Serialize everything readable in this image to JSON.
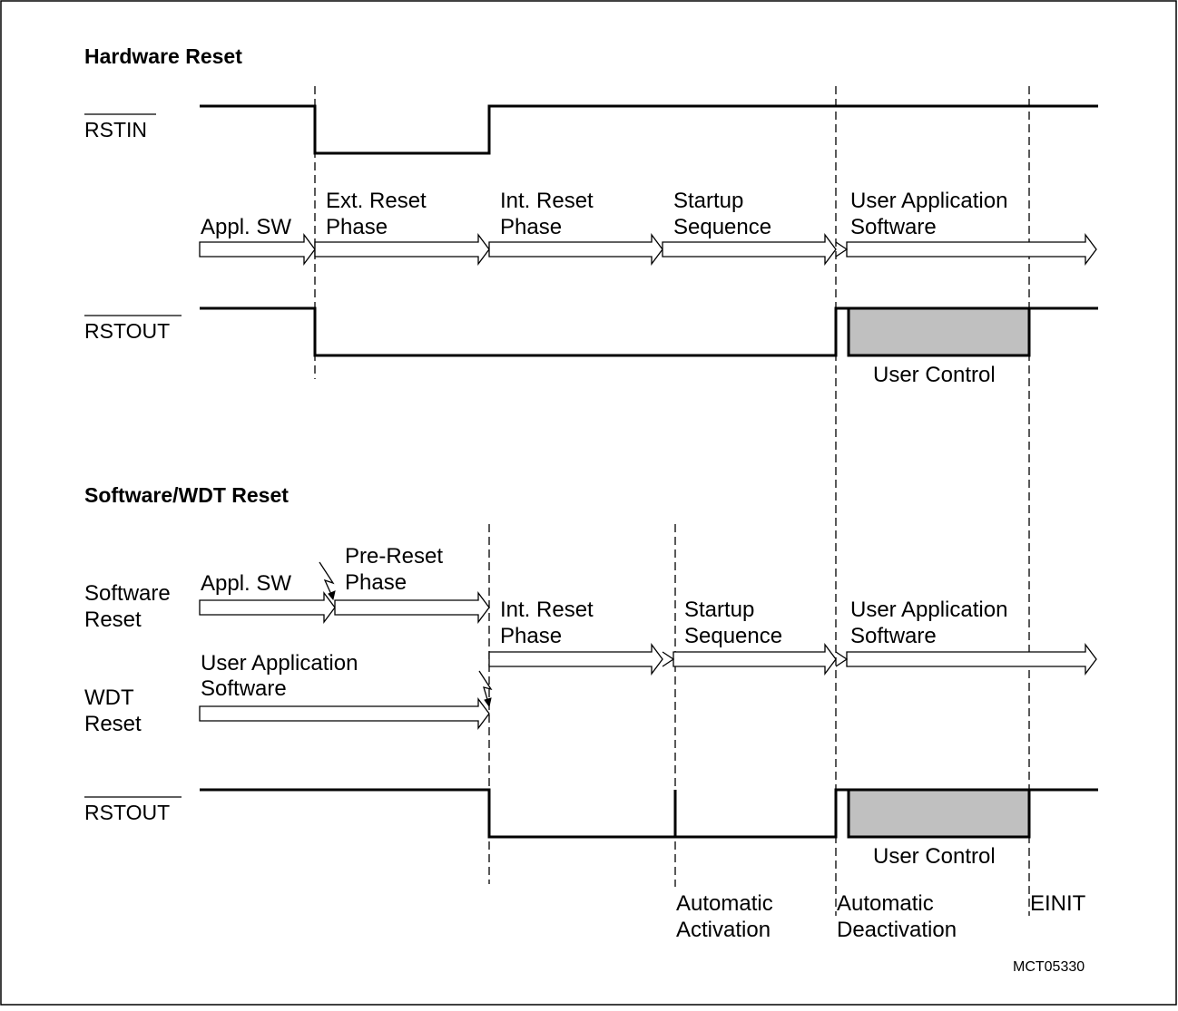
{
  "hardware": {
    "title": "Hardware Reset",
    "rstin": "RSTIN",
    "phase_appl": "Appl. SW",
    "phase_ext_1": "Ext. Reset",
    "phase_ext_2": "Phase",
    "phase_int_1": "Int. Reset",
    "phase_int_2": "Phase",
    "phase_startup_1": "Startup",
    "phase_startup_2": "Sequence",
    "phase_user_1": "User Application",
    "phase_user_2": "Software",
    "rstout": "RSTOUT",
    "user_control": "User Control"
  },
  "software": {
    "title": "Software/WDT Reset",
    "sw_reset_1": "Software",
    "sw_reset_2": "Reset",
    "sw_appl": "Appl. SW",
    "pre_reset_1": "Pre-Reset",
    "pre_reset_2": "Phase",
    "wdt_user_1": "User Application",
    "wdt_user_2": "Software",
    "wdt_reset_1": "WDT",
    "wdt_reset_2": "Reset",
    "phase_int_1": "Int. Reset",
    "phase_int_2": "Phase",
    "phase_startup_1": "Startup",
    "phase_startup_2": "Sequence",
    "phase_user_1": "User Application",
    "phase_user_2": "Software",
    "rstout": "RSTOUT",
    "user_control": "User Control"
  },
  "events": {
    "activation_1": "Automatic",
    "activation_2": "Activation",
    "deactivation_1": "Automatic",
    "deactivation_2": "Deactivation",
    "einit": "EINIT"
  },
  "figure_id": "MCT05330"
}
